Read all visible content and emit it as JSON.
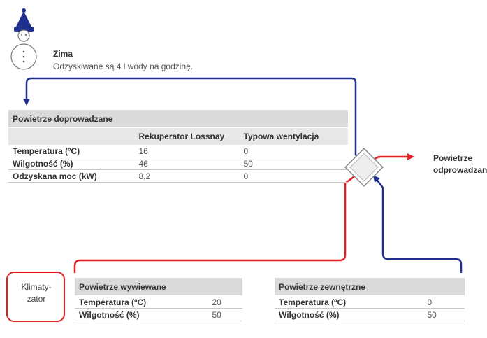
{
  "season": {
    "name": "Zima",
    "description": "Odzyskiwane są 4 l wody na godzinę."
  },
  "supply_table": {
    "title": "Powietrze doprowadzane",
    "columns": [
      "",
      "Rekuperator Lossnay",
      "Typowa wentylacja"
    ],
    "rows": [
      {
        "label": "Temperatura (ºC)",
        "lossnay": "16",
        "typical": "0"
      },
      {
        "label": "Wilgotność (%)",
        "lossnay": "46",
        "typical": "50"
      },
      {
        "label": "Odzyskana moc (kW)",
        "lossnay": "8,2",
        "typical": "0"
      }
    ]
  },
  "exhaust_air": {
    "line1": "Powietrze",
    "line2": "odprowadzane"
  },
  "climate_unit": {
    "line1": "Klimaty-",
    "line2": "zator"
  },
  "return_table": {
    "title": "Powietrze wywiewane",
    "rows": [
      {
        "label": "Temperatura (ºC)",
        "value": "20"
      },
      {
        "label": "Wilgotność (%)",
        "value": "50"
      }
    ]
  },
  "outdoor_table": {
    "title": "Powietrze zewnętrzne",
    "rows": [
      {
        "label": "Temperatura (ºC)",
        "value": "0"
      },
      {
        "label": "Wilgotność (%)",
        "value": "50"
      }
    ]
  },
  "colors": {
    "cold": "#1f2f8c",
    "warm": "#e31e24",
    "accent_border": "#e31e24",
    "table_header": "#d9d9d9"
  },
  "icons": [
    "snowman-icon",
    "heat-exchanger-icon"
  ]
}
